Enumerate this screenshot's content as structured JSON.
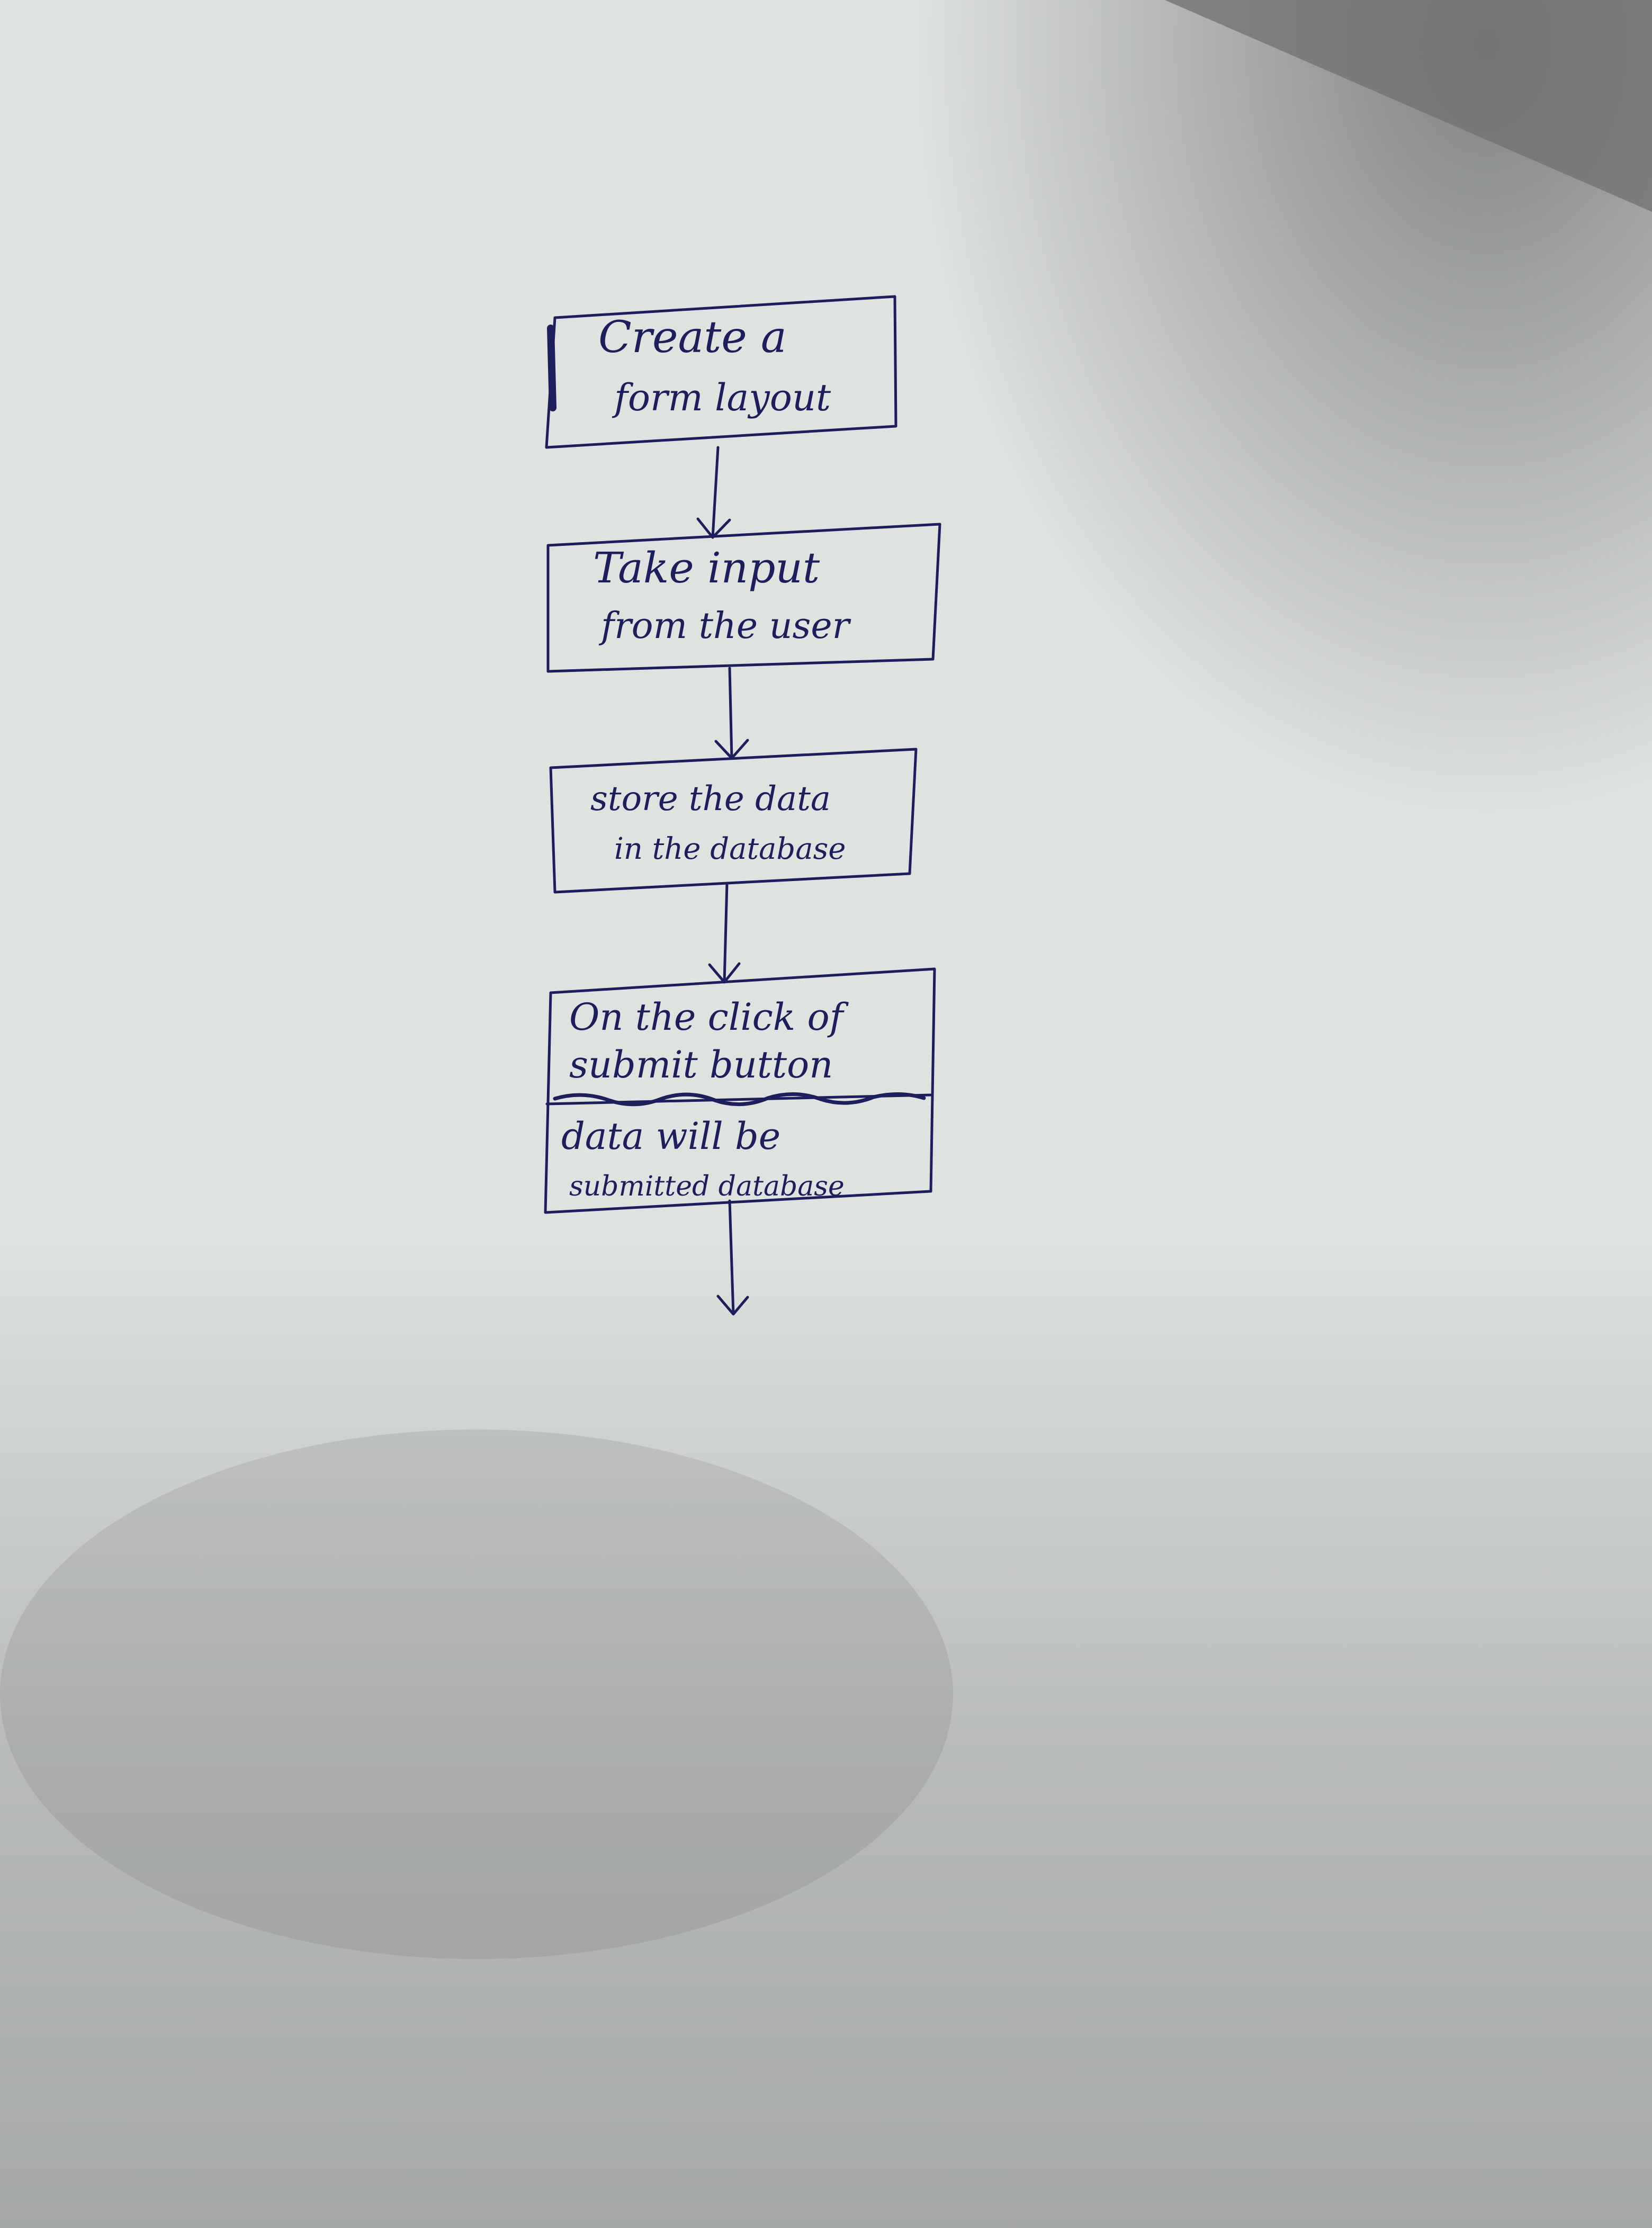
{
  "flowchart": {
    "steps": [
      {
        "lines": [
          "Create a",
          "form layout"
        ]
      },
      {
        "lines": [
          "Take input",
          "from the user"
        ]
      },
      {
        "lines": [
          "store the data",
          "in the database"
        ]
      },
      {
        "lines": [
          "On the click of",
          "submit button"
        ],
        "lines_lower": [
          "data will be",
          "submitted database"
        ]
      }
    ]
  },
  "colors": {
    "ink": "#1c1f5c",
    "paper": "#dde1de",
    "background": "#c9ccc9"
  }
}
